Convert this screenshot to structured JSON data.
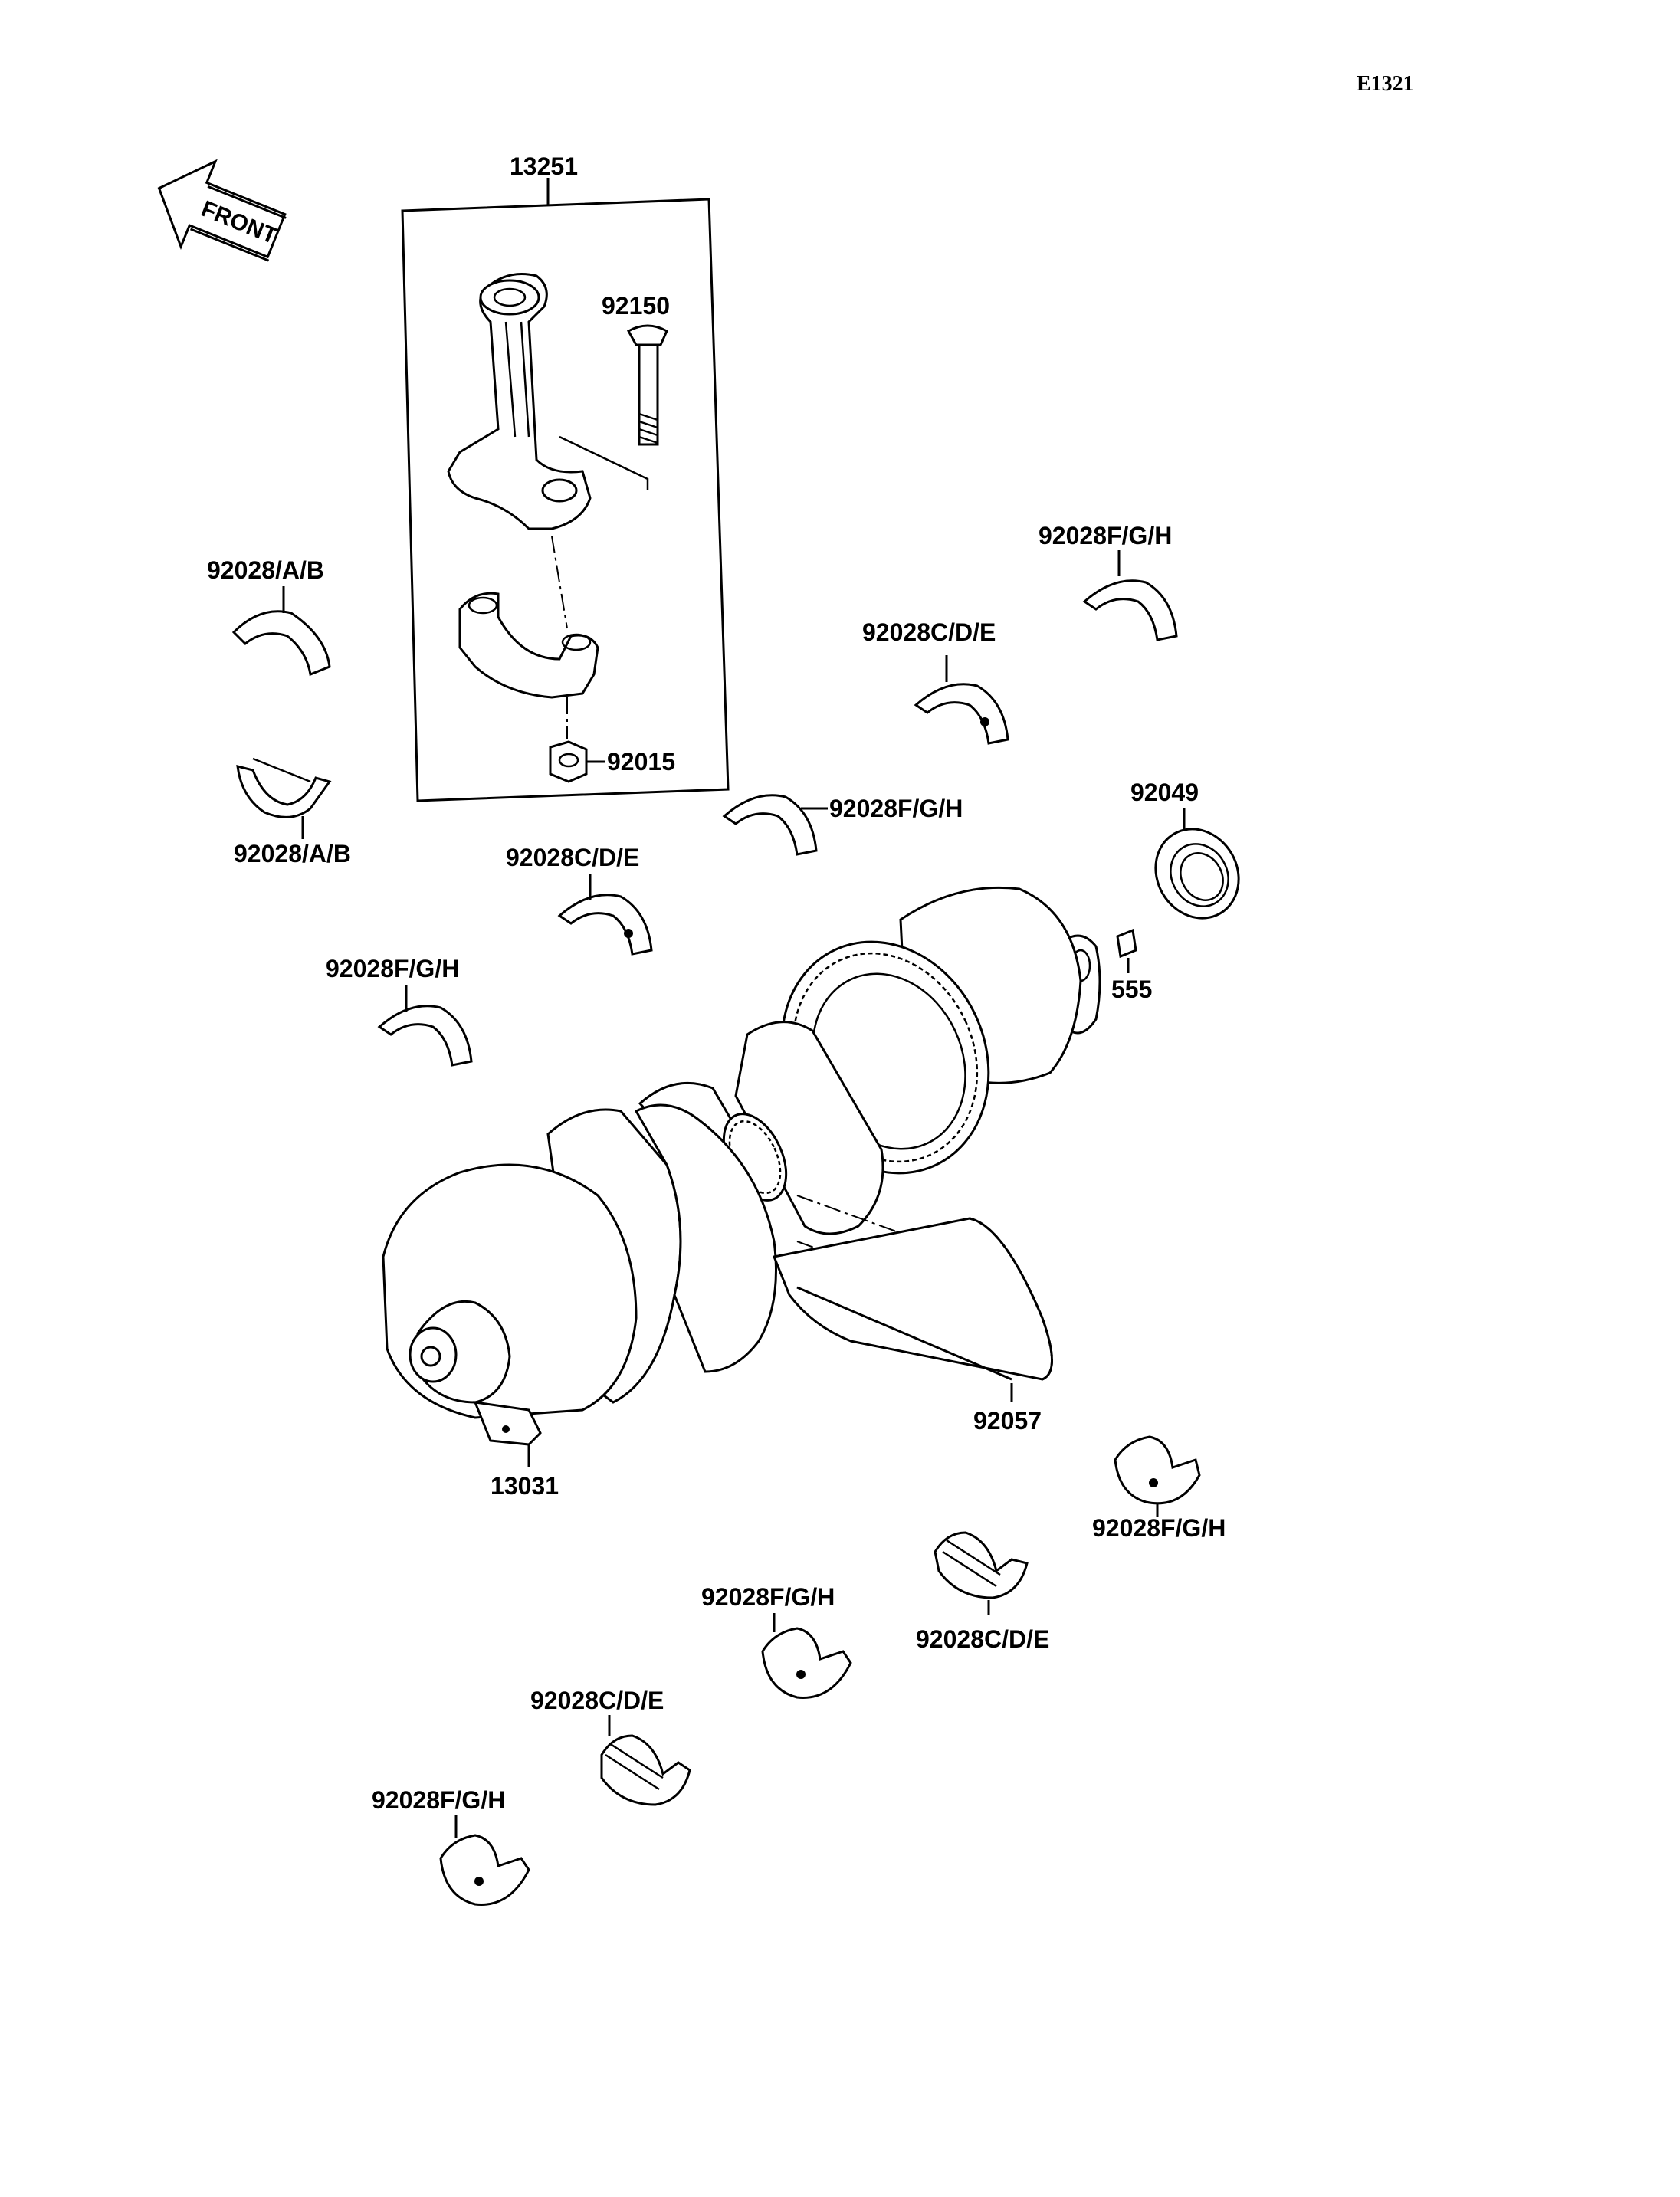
{
  "diagram_code": "E1321",
  "front_arrow_label": "FRONT",
  "labels": {
    "con_rod_assy": "13251",
    "con_rod_bolt": "92150",
    "con_rod_nut": "92015",
    "oil_seal": "92049",
    "pin": "555",
    "cam_chain": "92057",
    "crankshaft": "13031",
    "bearing_ab_upper": "92028/A/B",
    "bearing_ab_lower": "92028/A/B",
    "bearing_fgh_1": "92028F/G/H",
    "bearing_cde_1": "92028C/D/E",
    "bearing_fgh_2": "92028F/G/H",
    "bearing_cde_2": "92028C/D/E",
    "bearing_fgh_3": "92028F/G/H",
    "bearing_fgh_4": "92028F/G/H",
    "bearing_cde_3": "92028C/D/E",
    "bearing_fgh_5": "92028F/G/H",
    "bearing_cde_4": "92028C/D/E",
    "bearing_fgh_6": "92028F/G/H"
  }
}
